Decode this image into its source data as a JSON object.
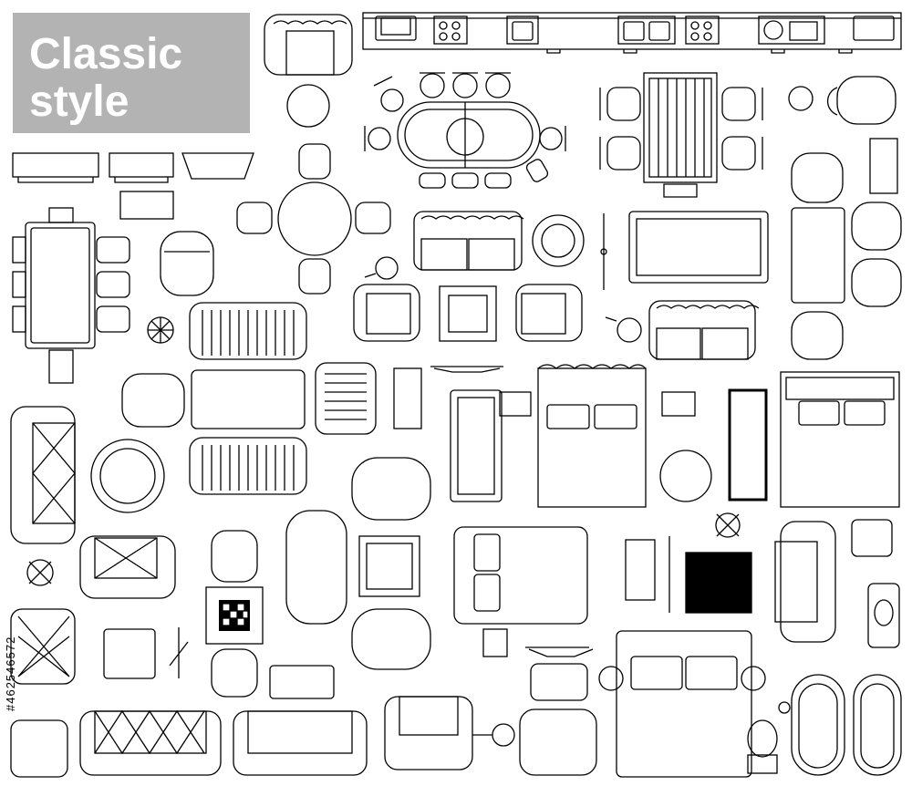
{
  "title": {
    "line1": "Classic",
    "line2": "style"
  },
  "stock_id": "#462546572",
  "colors": {
    "ink": "#000000",
    "label_box": "#b3b3b3",
    "label_text": "#ffffff",
    "fill_dark": "#000000"
  },
  "furniture": [
    "sofa",
    "armchair",
    "dining-table",
    "round-table",
    "chair",
    "stool",
    "kitchen-counter",
    "stove",
    "sink",
    "bed",
    "pillow",
    "bathtub",
    "washbasin",
    "toilet",
    "plant",
    "tv-stand",
    "coffee-table",
    "ottoman",
    "chess-table",
    "piano",
    "lamp",
    "floor-rug"
  ]
}
